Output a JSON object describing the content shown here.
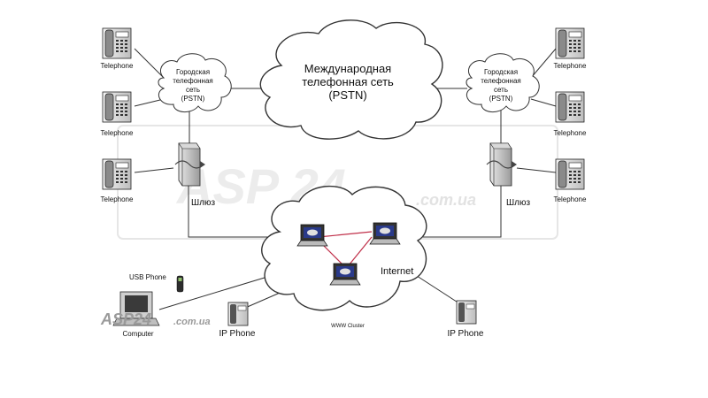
{
  "clouds": {
    "intl": {
      "line1": "Международная",
      "line2": "телефонная сеть",
      "line3": "(PSTN)"
    },
    "city_left": {
      "line1": "Городская",
      "line2": "телефонная",
      "line3": "сеть",
      "line4": "(PSTN)"
    },
    "city_right": {
      "line1": "Городская",
      "line2": "телефонная",
      "line3": "сеть",
      "line4": "(PSTN)"
    },
    "internet": {
      "label": "Internet",
      "cluster": "WWW Cluster"
    }
  },
  "telephones": {
    "label": "Telephone"
  },
  "gateways": {
    "label": "Шлюз"
  },
  "endpoints": {
    "usb_phone": "USB Phone",
    "computer": "Computer",
    "ip_phone_left": "IP Phone",
    "ip_phone_right": "IP Phone"
  },
  "watermarks": {
    "big": "ASP 24",
    "big_suffix": ".com.ua",
    "small": "ASP24",
    "small_suffix": ".com.ua"
  }
}
